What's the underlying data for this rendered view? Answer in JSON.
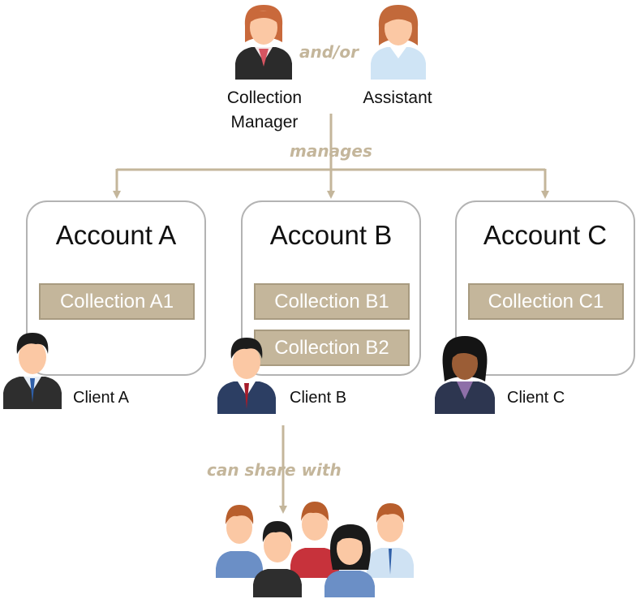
{
  "top": {
    "collection_manager_label_line1": "Collection",
    "collection_manager_label_line2": "Manager",
    "assistant_label": "Assistant",
    "and_or": "and/or",
    "manages": "manages"
  },
  "accounts": [
    {
      "title": "Account A",
      "collections": [
        "Collection A1"
      ],
      "client": "Client A"
    },
    {
      "title": "Account B",
      "collections": [
        "Collection B1",
        "Collection B2"
      ],
      "client": "Client B"
    },
    {
      "title": "Account C",
      "collections": [
        "Collection C1"
      ],
      "client": "Client C"
    }
  ],
  "bottom": {
    "can_share_with": "can share with"
  },
  "colors": {
    "accent": "#c4b69b",
    "box_border": "#b3b3b3",
    "collection_fill": "#c4b69b",
    "text": "#111111"
  }
}
